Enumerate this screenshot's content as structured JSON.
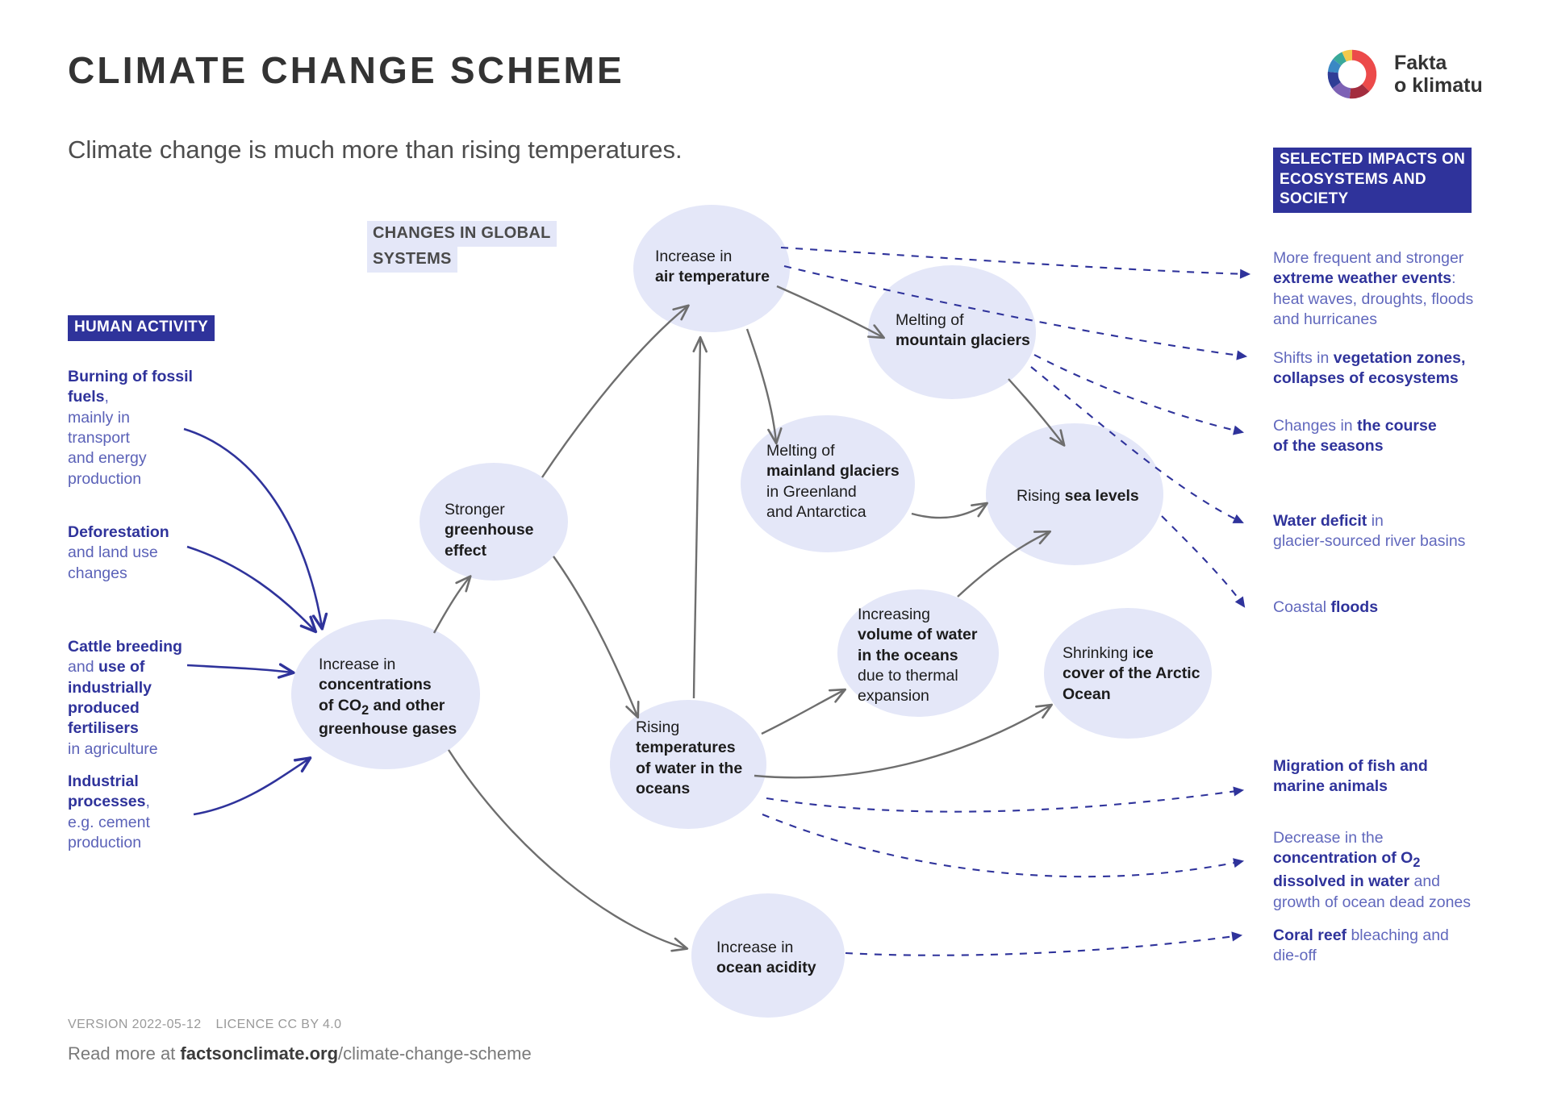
{
  "header": {
    "title": "CLIMATE CHANGE SCHEME",
    "subtitle": "Climate change is much more than rising temperatures.",
    "logo_line1": "Fakta",
    "logo_line2": "o klimatu"
  },
  "badges": {
    "human_activity": "HUMAN ACTIVITY",
    "global_systems_line1": "CHANGES IN GLOBAL",
    "global_systems_line2": "SYSTEMS",
    "impacts_line1": "SELECTED IMPACTS ON",
    "impacts_line2": "ECOSYSTEMS AND",
    "impacts_line3": "SOCIETY"
  },
  "colors": {
    "badge_dark_blue": "#2f339b",
    "node_fill": "#e4e7f8",
    "arrow_gray": "#6e6e6e",
    "arrow_blue": "#2f339b",
    "body_blue": "#6168bd",
    "title_gray": "#333333"
  },
  "human_activity": [
    {
      "id": "burning-fossil-fuels",
      "html": "<b>Burning of fossil<br>fuels</b>,<br>mainly in<br>transport<br>and energy<br>production"
    },
    {
      "id": "deforestation",
      "html": "<b>Deforestation</b><br>and land use<br>changes"
    },
    {
      "id": "cattle-breeding",
      "html": "<b>Cattle breeding</b><br>and <b>use of<br>industrially<br>produced<br>fertilisers</b><br>in agriculture"
    },
    {
      "id": "industrial-processes",
      "html": "<b>Industrial<br>processes</b>,<br>e.g. cement<br>production"
    }
  ],
  "nodes": [
    {
      "id": "co2-concentrations",
      "html": "Increase in<br><b>concentrations<br>of CO<sub>2</sub> and other<br>greenhouse gases</b>"
    },
    {
      "id": "greenhouse-effect",
      "html": "Stronger<br><b>greenhouse<br>effect</b>"
    },
    {
      "id": "air-temperature",
      "html": "Increase in<br><b>air temperature</b>"
    },
    {
      "id": "mountain-glaciers",
      "html": "Melting of<br><b>mountain glaciers</b>"
    },
    {
      "id": "mainland-glaciers",
      "html": "Melting of<br><b>mainland glaciers</b><br>in Greenland<br>and Antarctica"
    },
    {
      "id": "sea-levels",
      "html": "Rising <b>sea levels</b>"
    },
    {
      "id": "ocean-water-temperature",
      "html": "Rising<br><b>temperatures<br>of water in the<br>oceans</b>"
    },
    {
      "id": "ocean-water-volume",
      "html": "Increasing<br><b>volume of water<br>in the oceans</b><br>due to thermal<br>expansion"
    },
    {
      "id": "arctic-ice-cover",
      "html": "Shrinking i<b>ce<br>cover of the Arctic<br>Ocean</b>"
    },
    {
      "id": "ocean-acidity",
      "html": "Increase in<br><b>ocean acidity</b>"
    }
  ],
  "impacts": [
    {
      "id": "extreme-weather-events",
      "html": "More frequent and stronger<br><b>extreme weather events</b>:<br>heat waves, droughts, floods<br>and hurricanes"
    },
    {
      "id": "vegetation-zones",
      "html": "Shifts in <b>vegetation zones,<br>collapses of ecosystems</b>"
    },
    {
      "id": "course-of-seasons",
      "html": "Changes in <b>the course<br>of the seasons</b>"
    },
    {
      "id": "water-deficit",
      "html": "<b>Water deficit</b> in<br>glacier-sourced river basins"
    },
    {
      "id": "coastal-floods",
      "html": "Coastal <b>floods</b>"
    },
    {
      "id": "migration-fish",
      "html": "<b>Migration of fish and<br>marine animals</b>"
    },
    {
      "id": "oxygen-concentration",
      "html": "Decrease in the<br><b>concentration of O<sub>2</sub><br>dissolved in water</b> and<br>growth of ocean dead zones"
    },
    {
      "id": "coral-reef",
      "html": "<b>Coral reef</b> bleaching and<br>die-off"
    }
  ],
  "footer": {
    "version": "VERSION 2022-05-12",
    "licence": "LICENCE CC BY 4.0",
    "read_more_prefix": "Read more at ",
    "read_more_domain": "factsonclimate.org",
    "read_more_path": "/climate-change-scheme"
  }
}
